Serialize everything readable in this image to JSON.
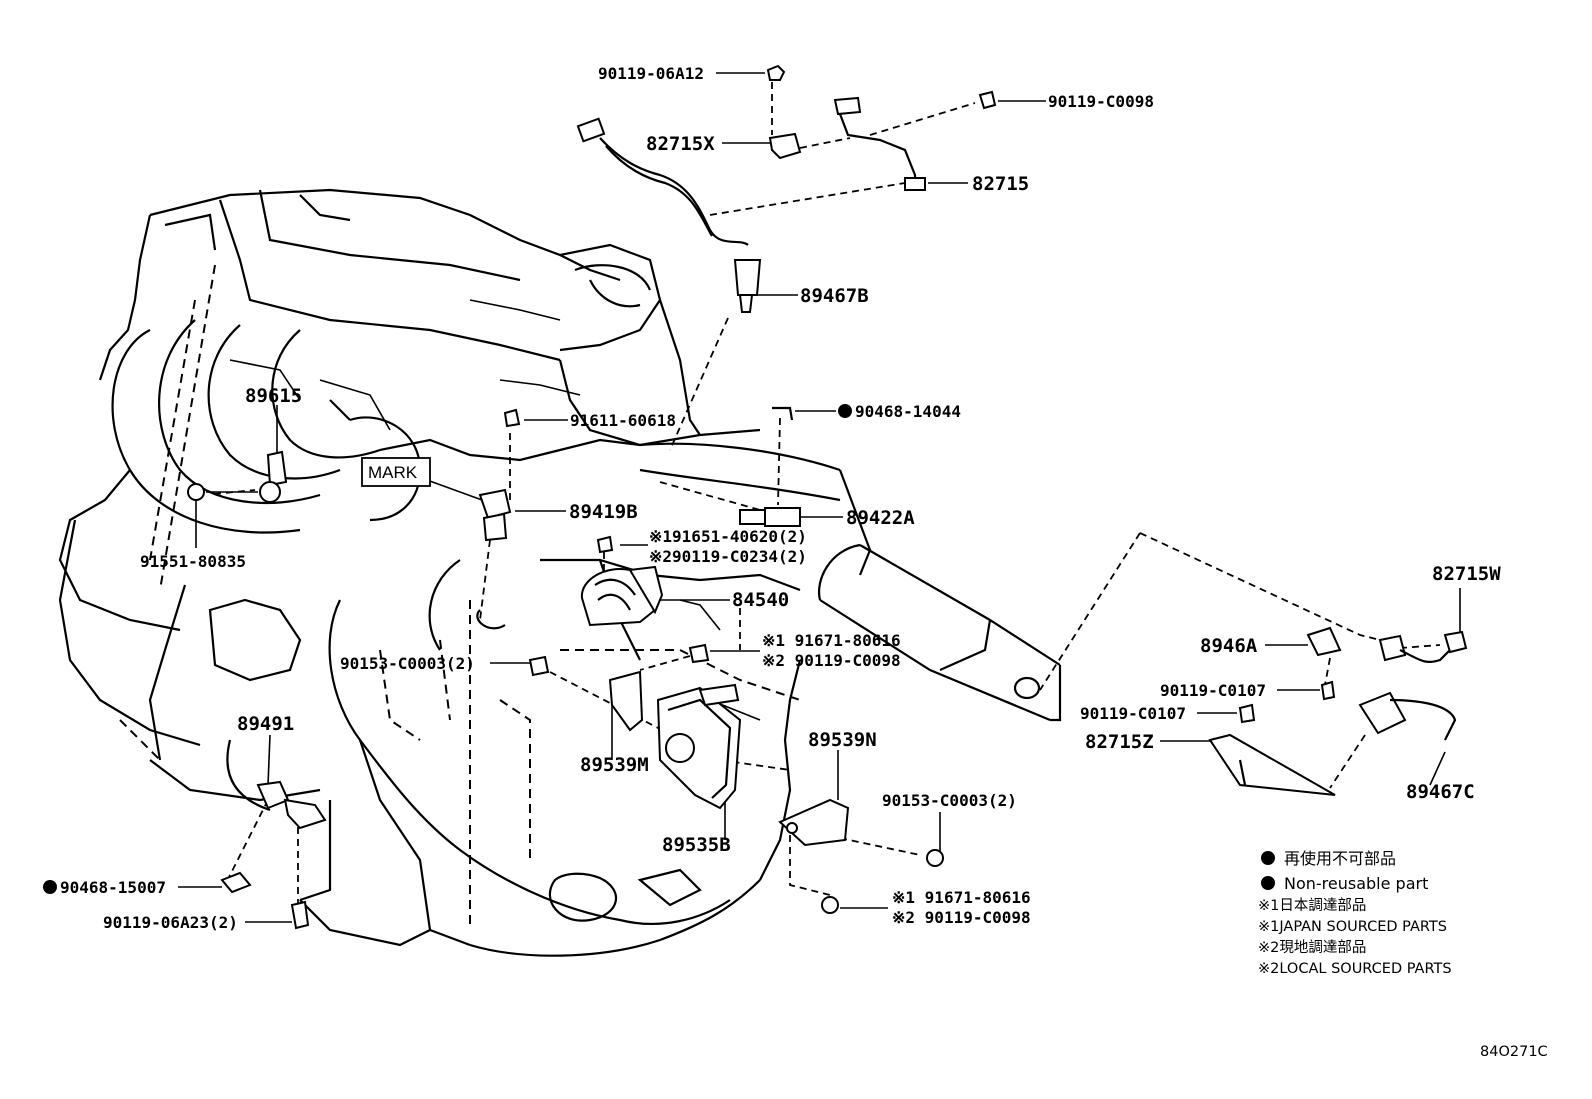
{
  "diagram_code": "84O271C",
  "mark_label": "MARK",
  "parts": {
    "p90119_06A12": "90119-06A12",
    "p90119_C0098_top": "90119-C0098",
    "p82715X": "82715X",
    "p82715": "82715",
    "p89467B": "89467B",
    "p89615": "89615",
    "p91611_60618": "91611-60618",
    "p90468_14044": "90468-14044",
    "p89419B": "89419B",
    "p89422A": "89422A",
    "p91551_80835": "91551-80835",
    "p1_91651": "※191651-40620(2)",
    "p2_90119_C0234": "※290119-C0234(2)",
    "p84540": "84540",
    "p1_91671_mid": "※1 91671-80616",
    "p2_90119_C0098_mid": "※2 90119-C0098",
    "p90153_C0003_left": "90153-C0003(2)",
    "p82715W": "82715W",
    "p8946A": "8946A",
    "p90119_C0107_a": "90119-C0107",
    "p90119_C0107_b": "90119-C0107",
    "p82715Z": "82715Z",
    "p89467C": "89467C",
    "p89491": "89491",
    "p89539M": "89539M",
    "p89539N": "89539N",
    "p90153_C0003_right": "90153-C0003(2)",
    "p89535B": "89535B",
    "p90468_15007": "90468-15007",
    "p90119_06A23": "90119-06A23(2)",
    "p1_91671_bot": "※1 91671-80616",
    "p2_90119_C0098_bot": "※2 90119-C0098"
  },
  "legend": {
    "non_reusable_jp": "再使用不可部品",
    "non_reusable_en": "Non-reusable part",
    "note1_jp": "※1日本調達部品",
    "note1_en": "※1JAPAN SOURCED PARTS",
    "note2_jp": "※2現地調達部品",
    "note2_en": "※2LOCAL SOURCED PARTS"
  }
}
